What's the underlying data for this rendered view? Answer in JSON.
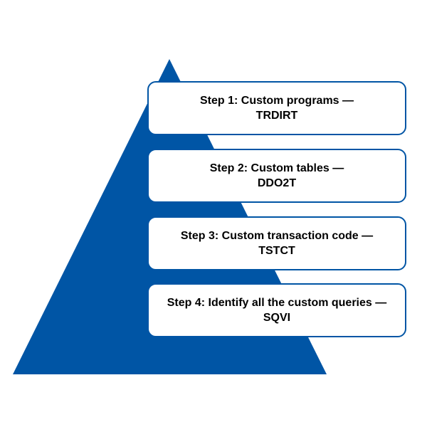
{
  "diagram": {
    "type": "pyramid-steps",
    "pyramid_color": "#0055a5",
    "border_color": "#0055a5",
    "steps": [
      {
        "title": "Step 1: Custom programs —",
        "code": "TRDIRT"
      },
      {
        "title": "Step 2: Custom tables —",
        "code": "DDO2T"
      },
      {
        "title": "Step 3: Custom transaction code —",
        "code": "TSTCT"
      },
      {
        "title": "Step 4: Identify all the custom queries —",
        "code": "SQVI"
      }
    ]
  }
}
